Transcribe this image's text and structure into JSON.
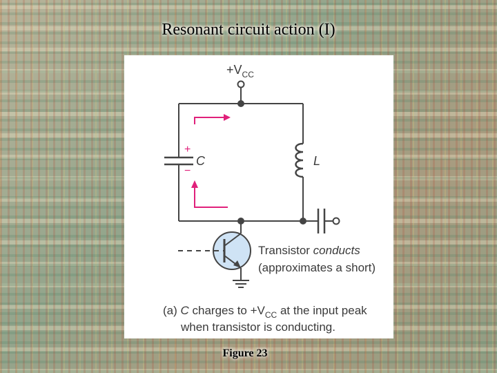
{
  "slide": {
    "title": "Resonant circuit action (I)",
    "caption": "Figure 23"
  },
  "diagram": {
    "supply_label": "+V",
    "supply_sub": "CC",
    "capacitor_label": "C",
    "capacitor_plus": "+",
    "capacitor_minus": "−",
    "inductor_label": "L",
    "transistor_note_1a": "Transistor ",
    "transistor_note_1b": "conducts",
    "transistor_note_2": "(approximates a short)",
    "caption_1a": "(a) ",
    "caption_1b": "C",
    "caption_1c": " charges to +V",
    "caption_1d": "CC",
    "caption_1e": " at the input peak",
    "caption_2": "when transistor is conducting."
  },
  "colors": {
    "wire": "#444444",
    "arrow": "#e0207a",
    "transistor_fill": "#cfe3f5",
    "transistor_stroke": "#2a4a7a"
  }
}
